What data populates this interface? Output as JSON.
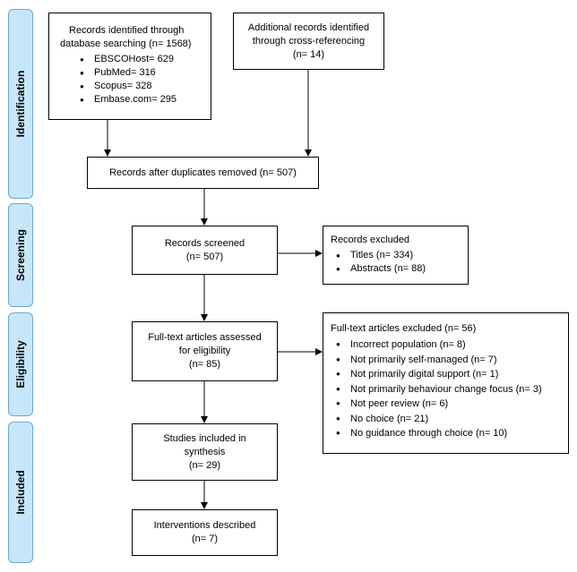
{
  "phases": {
    "identification": "Identification",
    "screening": "Screening",
    "eligibility": "Eligibility",
    "included": "Included"
  },
  "boxes": {
    "db_search": {
      "line1": "Records identified through",
      "line2": "database searching (n= 1568)",
      "items": [
        "EBSCOHost= 629",
        "PubMed= 316",
        "Scopus= 328",
        "Embase.com= 295"
      ]
    },
    "cross_ref": {
      "line1": "Additional records identified",
      "line2": "through cross-referencing",
      "line3": "(n= 14)"
    },
    "duplicates": {
      "line1": "Records after duplicates removed (n= 507)"
    },
    "screened": {
      "line1": "Records screened",
      "line2": "(n= 507)"
    },
    "excluded": {
      "heading": "Records excluded",
      "items": [
        "Titles (n= 334)",
        "Abstracts (n= 88)"
      ]
    },
    "fulltext": {
      "line1": "Full-text articles assessed",
      "line2": "for eligibility",
      "line3": "(n= 85)"
    },
    "fulltext_excluded": {
      "heading": "Full-text articles excluded (n= 56)",
      "items": [
        "Incorrect population (n= 8)",
        "Not primarily self-managed (n= 7)",
        "Not primarily digital support (n= 1)",
        "Not primarily behaviour change focus (n= 3)",
        "Not peer review (n= 6)",
        "No choice (n= 21)",
        "No guidance through choice (n= 10)"
      ]
    },
    "synthesis": {
      "line1": "Studies included in",
      "line2": "synthesis",
      "line3": "(n= 29)"
    },
    "interventions": {
      "line1": "Interventions described",
      "line2": "(n= 7)"
    }
  }
}
